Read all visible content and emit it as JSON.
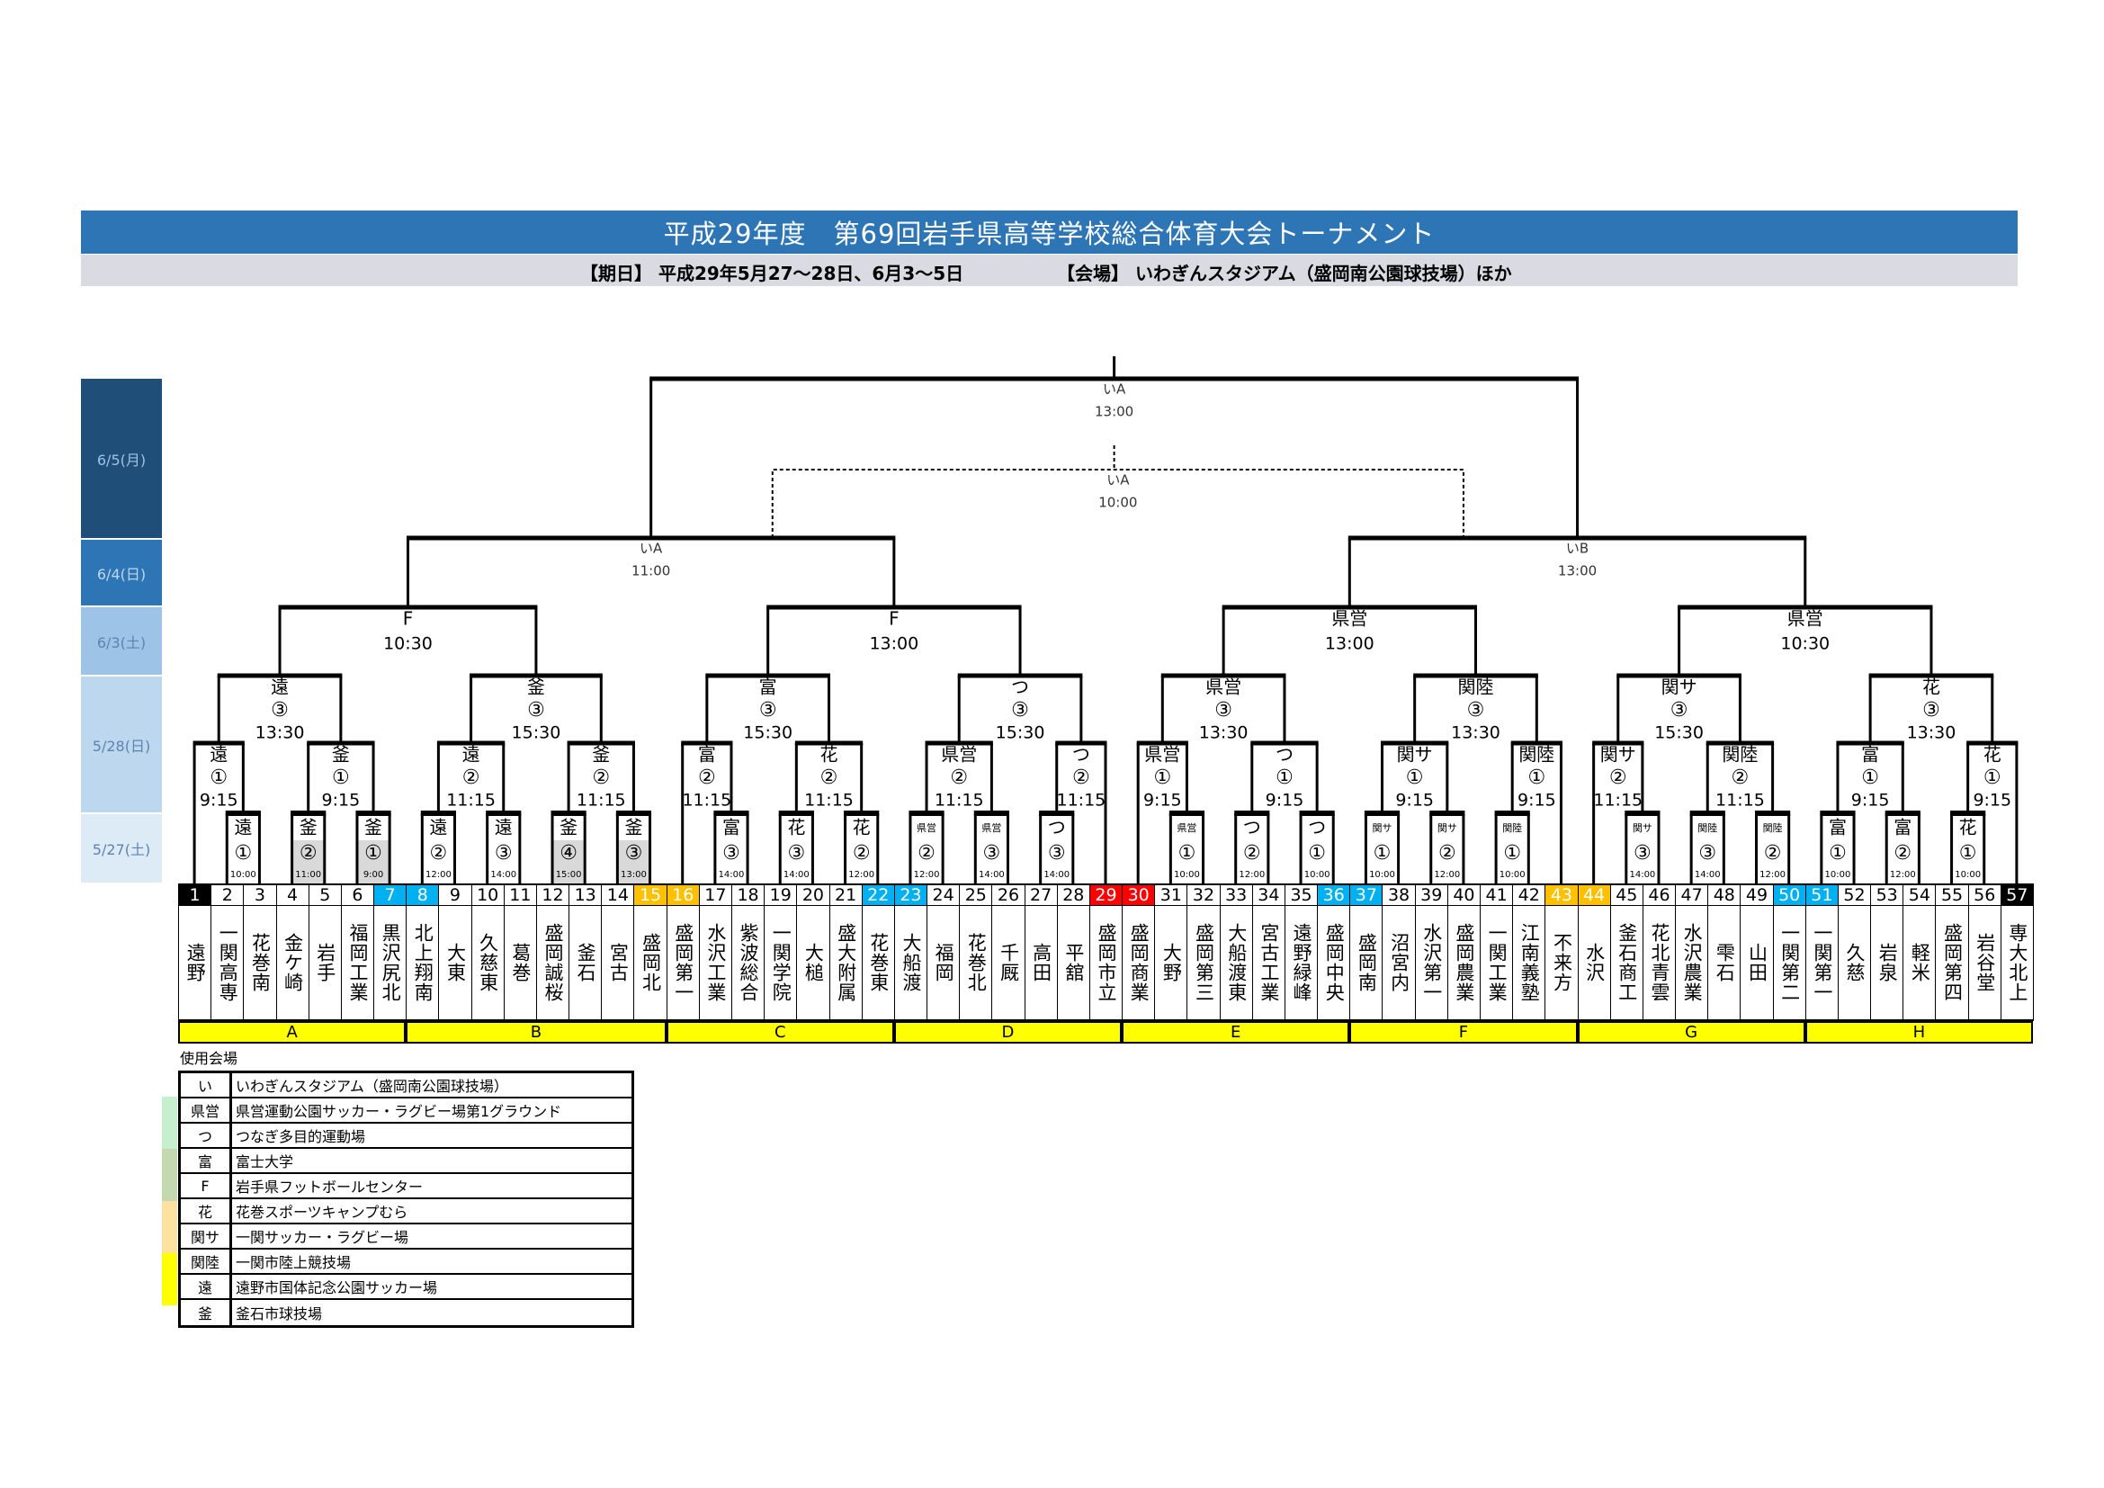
{
  "header": {
    "title": "平成29年度　第69回岩手県高等学校総合体育大会トーナメント",
    "dates": "【期日】 平成29年5月27～28日、6月3～5日",
    "venue": "【会場】 いわぎんスタジアム（盛岡南公園球技場）ほか"
  },
  "schedule": [
    {
      "label": "6/5(月)",
      "color": "#1f4e79",
      "text": "#9dc3e6"
    },
    {
      "label": "6/4(日)",
      "color": "#2e75b6",
      "text": "#bdd7ee"
    },
    {
      "label": "6/3(土)",
      "color": "#9dc3e6",
      "text": "#5b84b1"
    },
    {
      "label": "5/28(日)",
      "color": "#bdd7ee",
      "text": "#5b84b1"
    },
    {
      "label": "5/27(土)",
      "color": "#ddebf7",
      "text": "#5b84b1"
    }
  ],
  "teams": [
    {
      "no": "1",
      "name": "遠野",
      "color": "#000000"
    },
    {
      "no": "2",
      "name": "一関高専"
    },
    {
      "no": "3",
      "name": "花巻南"
    },
    {
      "no": "4",
      "name": "金ケ崎"
    },
    {
      "no": "5",
      "name": "岩手"
    },
    {
      "no": "6",
      "name": "福岡工業"
    },
    {
      "no": "7",
      "name": "黒沢尻北",
      "color": "#00b0f0"
    },
    {
      "no": "8",
      "name": "北上翔南",
      "color": "#00b0f0"
    },
    {
      "no": "9",
      "name": "大東"
    },
    {
      "no": "10",
      "name": "久慈東"
    },
    {
      "no": "11",
      "name": "葛巻"
    },
    {
      "no": "12",
      "name": "盛岡誠桜"
    },
    {
      "no": "13",
      "name": "釜石"
    },
    {
      "no": "14",
      "name": "宮古"
    },
    {
      "no": "15",
      "name": "盛岡北",
      "color": "#ffc000"
    },
    {
      "no": "16",
      "name": "盛岡第一",
      "color": "#ffc000"
    },
    {
      "no": "17",
      "name": "水沢工業"
    },
    {
      "no": "18",
      "name": "紫波総合"
    },
    {
      "no": "19",
      "name": "一関学院"
    },
    {
      "no": "20",
      "name": "大槌"
    },
    {
      "no": "21",
      "name": "盛大附属"
    },
    {
      "no": "22",
      "name": "花巻東",
      "color": "#00b0f0"
    },
    {
      "no": "23",
      "name": "大船渡",
      "color": "#00b0f0"
    },
    {
      "no": "24",
      "name": "福岡"
    },
    {
      "no": "25",
      "name": "花巻北"
    },
    {
      "no": "26",
      "name": "千厩"
    },
    {
      "no": "27",
      "name": "高田"
    },
    {
      "no": "28",
      "name": "平舘"
    },
    {
      "no": "29",
      "name": "盛岡市立",
      "color": "#ff0000"
    },
    {
      "no": "30",
      "name": "盛岡商業",
      "color": "#ff0000"
    },
    {
      "no": "31",
      "name": "大野"
    },
    {
      "no": "32",
      "name": "盛岡第三"
    },
    {
      "no": "33",
      "name": "大船渡東"
    },
    {
      "no": "34",
      "name": "宮古工業"
    },
    {
      "no": "35",
      "name": "遠野緑峰"
    },
    {
      "no": "36",
      "name": "盛岡中央",
      "color": "#00b0f0"
    },
    {
      "no": "37",
      "name": "盛岡南",
      "color": "#00b0f0"
    },
    {
      "no": "38",
      "name": "沼宮内"
    },
    {
      "no": "39",
      "name": "水沢第一"
    },
    {
      "no": "40",
      "name": "盛岡農業"
    },
    {
      "no": "41",
      "name": "一関工業"
    },
    {
      "no": "42",
      "name": "江南義塾"
    },
    {
      "no": "43",
      "name": "不来方",
      "color": "#ffc000"
    },
    {
      "no": "44",
      "name": "水沢",
      "color": "#ffc000"
    },
    {
      "no": "45",
      "name": "釜石商工"
    },
    {
      "no": "46",
      "name": "花北青雲"
    },
    {
      "no": "47",
      "name": "水沢農業"
    },
    {
      "no": "48",
      "name": "雫石"
    },
    {
      "no": "49",
      "name": "山田"
    },
    {
      "no": "50",
      "name": "一関第二",
      "color": "#00b0f0"
    },
    {
      "no": "51",
      "name": "一関第一",
      "color": "#00b0f0"
    },
    {
      "no": "52",
      "name": "久慈"
    },
    {
      "no": "53",
      "name": "岩泉"
    },
    {
      "no": "54",
      "name": "軽米"
    },
    {
      "no": "55",
      "name": "盛岡第四"
    },
    {
      "no": "56",
      "name": "岩谷堂"
    },
    {
      "no": "57",
      "name": "専大北上",
      "color": "#000000"
    }
  ],
  "groups": [
    {
      "label": "A",
      "from": 1,
      "to": 7
    },
    {
      "label": "B",
      "from": 8,
      "to": 15
    },
    {
      "label": "C",
      "from": 16,
      "to": 22
    },
    {
      "label": "D",
      "from": 23,
      "to": 29
    },
    {
      "label": "E",
      "from": 30,
      "to": 36
    },
    {
      "label": "F",
      "from": 37,
      "to": 43
    },
    {
      "label": "G",
      "from": 44,
      "to": 50
    },
    {
      "label": "H",
      "from": 51,
      "to": 57
    }
  ],
  "rounds": {
    "r1": [
      {
        "id": "m1",
        "venue": "遠",
        "round": "①",
        "time": "10:00",
        "children": [
          "t2",
          "t3"
        ]
      },
      {
        "id": "m2",
        "venue": "釜",
        "round": "②",
        "time": "11:00",
        "children": [
          "t4",
          "t5"
        ],
        "shaded": true
      },
      {
        "id": "m3",
        "venue": "釜",
        "round": "①",
        "time": "9:00",
        "children": [
          "t6",
          "t7"
        ],
        "shaded": true
      },
      {
        "id": "m4",
        "venue": "遠",
        "round": "②",
        "time": "12:00",
        "children": [
          "t8",
          "t9"
        ]
      },
      {
        "id": "m5",
        "venue": "遠",
        "round": "③",
        "time": "14:00",
        "children": [
          "t10",
          "t11"
        ]
      },
      {
        "id": "m6",
        "venue": "釜",
        "round": "④",
        "time": "15:00",
        "children": [
          "t12",
          "t13"
        ],
        "shaded": true
      },
      {
        "id": "m7",
        "venue": "釜",
        "round": "③",
        "time": "13:00",
        "children": [
          "t14",
          "t15"
        ],
        "shaded": true
      },
      {
        "id": "m8",
        "venue": "富",
        "round": "③",
        "time": "14:00",
        "children": [
          "t17",
          "t18"
        ]
      },
      {
        "id": "m9",
        "venue": "花",
        "round": "③",
        "time": "14:00",
        "children": [
          "t19",
          "t20"
        ]
      },
      {
        "id": "m10",
        "venue": "花",
        "round": "②",
        "time": "12:00",
        "children": [
          "t21",
          "t22"
        ]
      },
      {
        "id": "m11",
        "venue": "県営",
        "round": "②",
        "time": "12:00",
        "children": [
          "t23",
          "t24"
        ]
      },
      {
        "id": "m12",
        "venue": "県営",
        "round": "③",
        "time": "14:00",
        "children": [
          "t25",
          "t26"
        ]
      },
      {
        "id": "m13",
        "venue": "つ",
        "round": "③",
        "time": "14:00",
        "children": [
          "t27",
          "t28"
        ]
      },
      {
        "id": "m14",
        "venue": "県営",
        "round": "①",
        "time": "10:00",
        "children": [
          "t31",
          "t32"
        ]
      },
      {
        "id": "m15",
        "venue": "つ",
        "round": "②",
        "time": "12:00",
        "children": [
          "t33",
          "t34"
        ]
      },
      {
        "id": "m16",
        "venue": "つ",
        "round": "①",
        "time": "10:00",
        "children": [
          "t35",
          "t36"
        ]
      },
      {
        "id": "m17",
        "venue": "関サ",
        "round": "①",
        "time": "10:00",
        "children": [
          "t37",
          "t38"
        ]
      },
      {
        "id": "m18",
        "venue": "関サ",
        "round": "②",
        "time": "12:00",
        "children": [
          "t39",
          "t40"
        ]
      },
      {
        "id": "m19",
        "venue": "関陸",
        "round": "①",
        "time": "10:00",
        "children": [
          "t41",
          "t42"
        ]
      },
      {
        "id": "m20",
        "venue": "関サ",
        "round": "③",
        "time": "14:00",
        "children": [
          "t45",
          "t46"
        ]
      },
      {
        "id": "m21",
        "venue": "関陸",
        "round": "③",
        "time": "14:00",
        "children": [
          "t47",
          "t48"
        ]
      },
      {
        "id": "m22",
        "venue": "関陸",
        "round": "②",
        "time": "12:00",
        "children": [
          "t49",
          "t50"
        ]
      },
      {
        "id": "m23",
        "venue": "富",
        "round": "①",
        "time": "10:00",
        "children": [
          "t51",
          "t52"
        ]
      },
      {
        "id": "m24",
        "venue": "富",
        "round": "②",
        "time": "12:00",
        "children": [
          "t53",
          "t54"
        ]
      },
      {
        "id": "m25",
        "venue": "花",
        "round": "①",
        "time": "10:00",
        "children": [
          "t55",
          "t56"
        ]
      }
    ],
    "r2": [
      {
        "id": "n1",
        "venue": "遠",
        "round": "①",
        "time": "9:15",
        "children": [
          "t1",
          "m1"
        ]
      },
      {
        "id": "n2",
        "venue": "釜",
        "round": "①",
        "time": "9:15",
        "children": [
          "m2",
          "m3"
        ]
      },
      {
        "id": "n3",
        "venue": "遠",
        "round": "②",
        "time": "11:15",
        "children": [
          "m4",
          "m5"
        ]
      },
      {
        "id": "n4",
        "venue": "釜",
        "round": "②",
        "time": "11:15",
        "children": [
          "m6",
          "m7"
        ]
      },
      {
        "id": "n5",
        "venue": "富",
        "round": "②",
        "time": "11:15",
        "children": [
          "t16",
          "m8"
        ]
      },
      {
        "id": "n6",
        "venue": "花",
        "round": "②",
        "time": "11:15",
        "children": [
          "m9",
          "m10"
        ]
      },
      {
        "id": "n7",
        "venue": "県営",
        "round": "②",
        "time": "11:15",
        "children": [
          "m11",
          "m12"
        ]
      },
      {
        "id": "n8",
        "venue": "つ",
        "round": "②",
        "time": "11:15",
        "children": [
          "m13",
          "t29"
        ]
      },
      {
        "id": "n9",
        "venue": "県営",
        "round": "①",
        "time": "9:15",
        "children": [
          "t30",
          "m14"
        ]
      },
      {
        "id": "n10",
        "venue": "つ",
        "round": "①",
        "time": "9:15",
        "children": [
          "m15",
          "m16"
        ]
      },
      {
        "id": "n11",
        "venue": "関サ",
        "round": "①",
        "time": "9:15",
        "children": [
          "m17",
          "m18"
        ]
      },
      {
        "id": "n12",
        "venue": "関陸",
        "round": "①",
        "time": "9:15",
        "children": [
          "m19",
          "t43"
        ]
      },
      {
        "id": "n13",
        "venue": "関サ",
        "round": "②",
        "time": "11:15",
        "children": [
          "t44",
          "m20"
        ]
      },
      {
        "id": "n14",
        "venue": "関陸",
        "round": "②",
        "time": "11:15",
        "children": [
          "m21",
          "m22"
        ]
      },
      {
        "id": "n15",
        "venue": "富",
        "round": "①",
        "time": "9:15",
        "children": [
          "m23",
          "m24"
        ]
      },
      {
        "id": "n16",
        "venue": "花",
        "round": "①",
        "time": "9:15",
        "children": [
          "m25",
          "t57"
        ]
      }
    ],
    "r3": [
      {
        "id": "p1",
        "venue": "遠",
        "round": "③",
        "time": "13:30",
        "children": [
          "n1",
          "n2"
        ]
      },
      {
        "id": "p2",
        "venue": "釜",
        "round": "③",
        "time": "15:30",
        "children": [
          "n3",
          "n4"
        ]
      },
      {
        "id": "p3",
        "venue": "富",
        "round": "③",
        "time": "15:30",
        "children": [
          "n5",
          "n6"
        ]
      },
      {
        "id": "p4",
        "venue": "つ",
        "round": "③",
        "time": "15:30",
        "children": [
          "n7",
          "n8"
        ]
      },
      {
        "id": "p5",
        "venue": "県営",
        "round": "③",
        "time": "13:30",
        "children": [
          "n9",
          "n10"
        ]
      },
      {
        "id": "p6",
        "venue": "関陸",
        "round": "③",
        "time": "13:30",
        "children": [
          "n11",
          "n12"
        ]
      },
      {
        "id": "p7",
        "venue": "関サ",
        "round": "③",
        "time": "15:30",
        "children": [
          "n13",
          "n14"
        ]
      },
      {
        "id": "p8",
        "venue": "花",
        "round": "③",
        "time": "13:30",
        "children": [
          "n15",
          "n16"
        ]
      }
    ],
    "qf": [
      {
        "id": "q1",
        "venue": "F",
        "time": "10:30",
        "children": [
          "p1",
          "p2"
        ]
      },
      {
        "id": "q2",
        "venue": "F",
        "time": "13:00",
        "children": [
          "p3",
          "p4"
        ]
      },
      {
        "id": "q3",
        "venue": "県営",
        "time": "13:00",
        "children": [
          "p5",
          "p6"
        ]
      },
      {
        "id": "q4",
        "venue": "県営",
        "time": "10:30",
        "children": [
          "p7",
          "p8"
        ]
      }
    ],
    "sf": [
      {
        "id": "s1",
        "venue": "いA",
        "time": "11:00",
        "children": [
          "q1",
          "q2"
        ]
      },
      {
        "id": "s2",
        "venue": "いB",
        "time": "13:00",
        "children": [
          "q3",
          "q4"
        ]
      }
    ],
    "final": [
      {
        "id": "f1",
        "venue": "いA",
        "time": "13:00",
        "children": [
          "s1",
          "s2"
        ]
      }
    ],
    "third": {
      "venue": "いA",
      "time": "10:00"
    }
  },
  "legend": {
    "title": "使用会場",
    "rows": [
      {
        "code": "い",
        "name": "いわぎんスタジアム（盛岡南公園球技場）"
      },
      {
        "code": "県営",
        "name": "県営運動公園サッカー・ラグビー場第1グラウンド"
      },
      {
        "code": "つ",
        "name": "つなぎ多目的運動場"
      },
      {
        "code": "富",
        "name": "富士大学"
      },
      {
        "code": "F",
        "name": "岩手県フットボールセンター"
      },
      {
        "code": "花",
        "name": "花巻スポーツキャンプむら"
      },
      {
        "code": "関サ",
        "name": "一関サッカー・ラグビー場"
      },
      {
        "code": "関陸",
        "name": "一関市陸上競技場"
      },
      {
        "code": "遠",
        "name": "遠野市国体記念公園サッカー場"
      },
      {
        "code": "釜",
        "name": "釜石市球技場"
      }
    ],
    "strip_colors": [
      "#c6efce",
      "#c4d9b0",
      "#fbe2a0",
      "#ffff00"
    ]
  }
}
